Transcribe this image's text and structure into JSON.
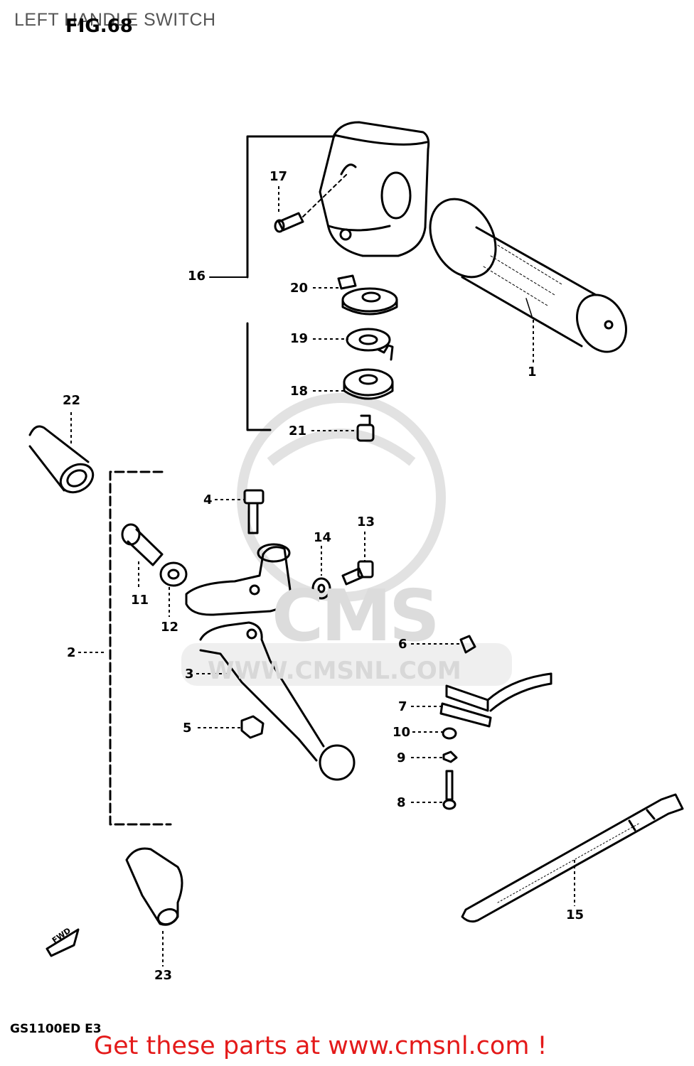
{
  "header": {
    "title": "LEFT HANDLE SWITCH",
    "figure": "FIG.68"
  },
  "footer": {
    "model": "GS1100ED  E3",
    "cta": "Get these parts at www.cmsnl.com !"
  },
  "watermark": {
    "logo": "CMS",
    "url": "WWW.CMSNL.COM"
  },
  "direction_marker": "FWD",
  "callouts": [
    {
      "id": "c1",
      "label": "1"
    },
    {
      "id": "c2",
      "label": "2"
    },
    {
      "id": "c3",
      "label": "3"
    },
    {
      "id": "c4",
      "label": "4"
    },
    {
      "id": "c5",
      "label": "5"
    },
    {
      "id": "c6",
      "label": "6"
    },
    {
      "id": "c7",
      "label": "7"
    },
    {
      "id": "c8",
      "label": "8"
    },
    {
      "id": "c9",
      "label": "9"
    },
    {
      "id": "c10",
      "label": "10"
    },
    {
      "id": "c11",
      "label": "11"
    },
    {
      "id": "c12",
      "label": "12"
    },
    {
      "id": "c13",
      "label": "13"
    },
    {
      "id": "c14",
      "label": "14"
    },
    {
      "id": "c15",
      "label": "15"
    },
    {
      "id": "c16",
      "label": "16"
    },
    {
      "id": "c17",
      "label": "17"
    },
    {
      "id": "c18",
      "label": "18"
    },
    {
      "id": "c19",
      "label": "19"
    },
    {
      "id": "c20",
      "label": "20"
    },
    {
      "id": "c21",
      "label": "21"
    },
    {
      "id": "c22",
      "label": "22"
    },
    {
      "id": "c23",
      "label": "23"
    }
  ],
  "colors": {
    "ink": "#000000",
    "footer": "#e41a1a",
    "watermark": "#d8d8d8",
    "header": "#555555"
  }
}
